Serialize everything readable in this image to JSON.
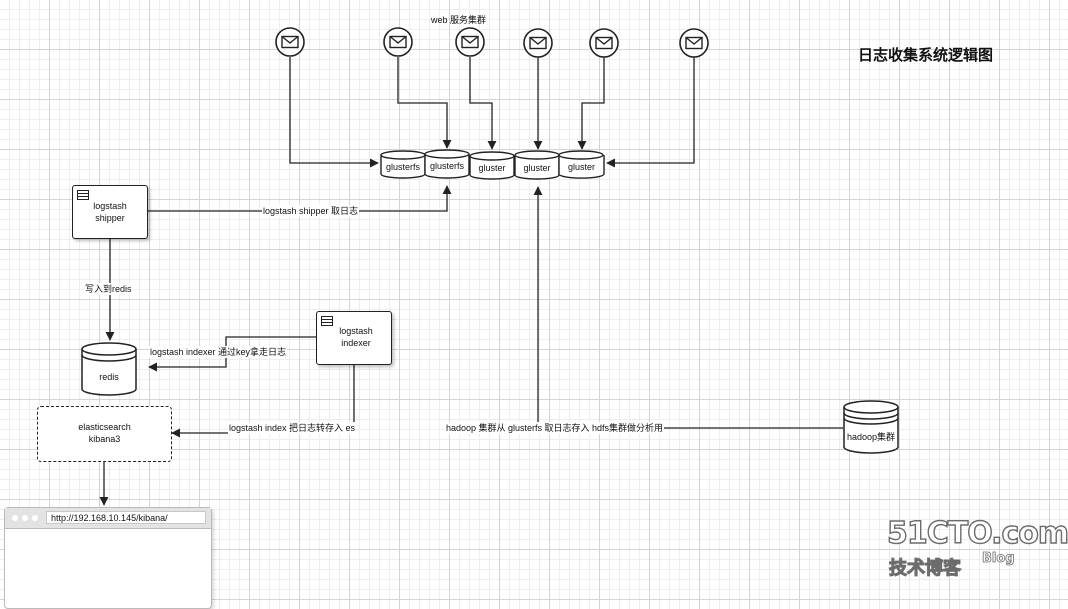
{
  "title": "日志收集系统逻辑图",
  "web_cluster_label": "web 服务集群",
  "mail_icons": [
    "mail-icon",
    "mail-icon",
    "mail-icon",
    "mail-icon",
    "mail-icon",
    "mail-icon"
  ],
  "storage": [
    "glusterfs",
    "glusterfs",
    "gluster",
    "gluster",
    "gluster"
  ],
  "shipper": {
    "line1": "logstash",
    "line2": "shipper"
  },
  "indexer": {
    "line1": "logstash",
    "line2": "indexer"
  },
  "redis": "redis",
  "es": {
    "line1": "elasticsearch",
    "line2": "kibana3"
  },
  "hadoop": "hadoop集群",
  "edges": {
    "shipper_to_gluster": "logstash shipper 取日志",
    "shipper_to_redis": "写入到redis",
    "indexer_from_redis": "logstash indexer 通过key拿走日志",
    "indexer_to_es": "logstash index 把日志转存入 es",
    "hadoop_from_gluster": "hadoop 集群从 glusterfs 取日志存入 hdfs集群做分析用"
  },
  "browser": {
    "url": "http://192.168.10.145/kibana/"
  },
  "watermark": {
    "line1": "51CTO.com",
    "line2": "技术博客",
    "line3": "Blog"
  }
}
